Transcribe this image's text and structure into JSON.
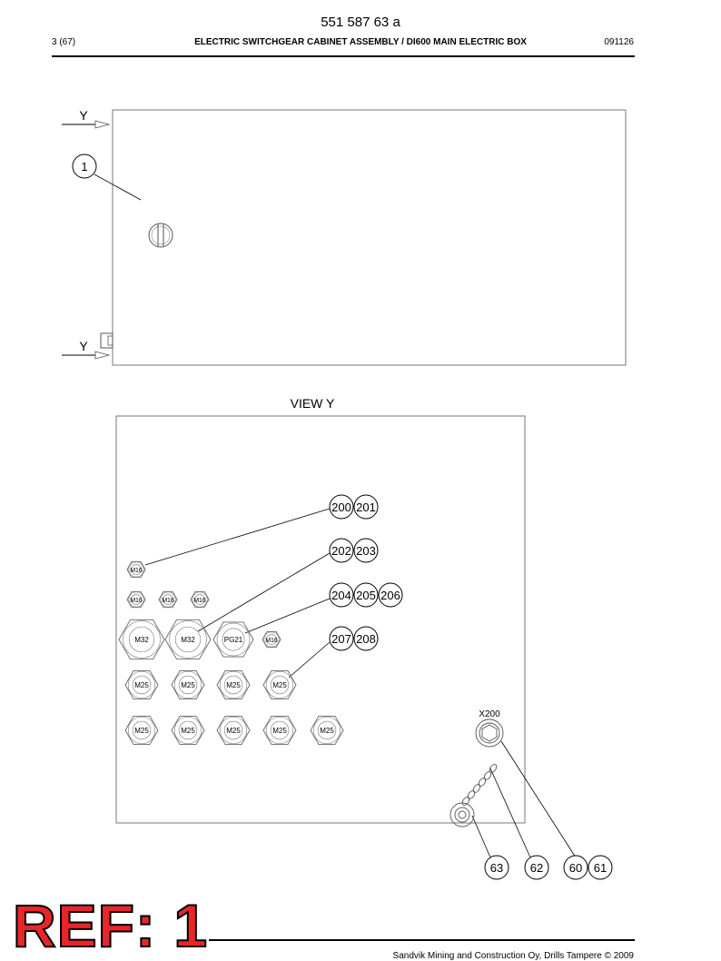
{
  "header": {
    "doc_number": "551 587 63 a",
    "page_info": "3 (67)",
    "title": "ELECTRIC SWITCHGEAR CABINET ASSEMBLY / DI600 MAIN ELECTRIC BOX",
    "date_code": "091126"
  },
  "top_view": {
    "view_markers": [
      "Y",
      "Y"
    ],
    "callouts": [
      "1"
    ]
  },
  "view_y": {
    "title": "VIEW Y",
    "connector_label": "X200",
    "glands": {
      "row1": [
        "M16"
      ],
      "row2": [
        "M16",
        "M16",
        "M16"
      ],
      "row3": [
        "M32",
        "M32",
        "PG21",
        "M16"
      ],
      "row4": [
        "M25",
        "M25",
        "M25",
        "M25"
      ],
      "row5": [
        "M25",
        "M25",
        "M25",
        "M25",
        "M25"
      ]
    },
    "callouts_upper": [
      "200",
      "201",
      "202",
      "203",
      "204",
      "205",
      "206",
      "207",
      "208"
    ],
    "callouts_lower": [
      "63",
      "62",
      "60",
      "61"
    ]
  },
  "stamp": {
    "text": "REF: 1"
  },
  "footer": {
    "copyright": "Sandvik Mining and Construction Oy, Drills Tampere © 2009"
  }
}
